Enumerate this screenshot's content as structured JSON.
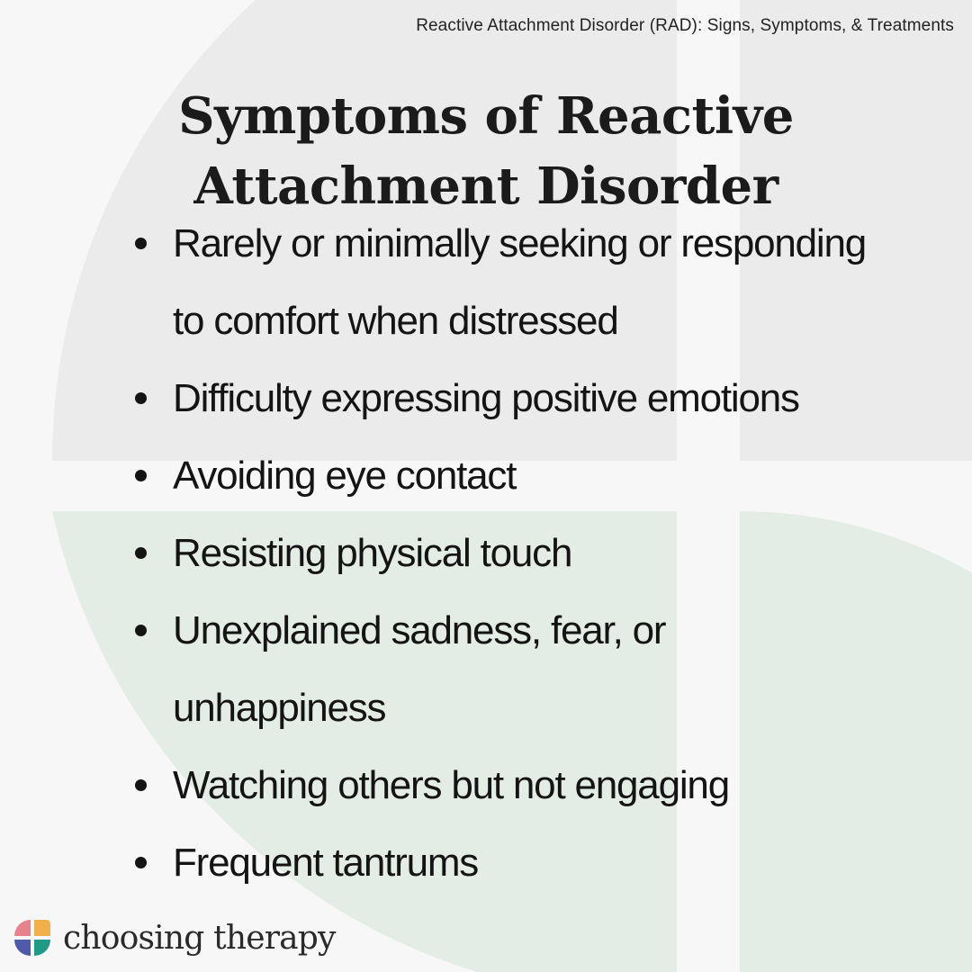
{
  "header": {
    "article_reference": "Reactive Attachment Disorder (RAD): Signs, Symptoms, & Treatments"
  },
  "title": {
    "line1": "Symptoms of Reactive",
    "line2": "Attachment Disorder"
  },
  "symptoms": [
    "Rarely or minimally seeking or responding to comfort when distressed",
    "Difficulty expressing positive emotions",
    "Avoiding eye contact",
    "Resisting physical touch",
    "Unexplained sadness, fear, or unhappiness",
    "Watching others but not engaging",
    "Frequent tantrums"
  ],
  "brand": {
    "name": "choosing therapy",
    "logo_icon": "four-petal-logo-icon",
    "logo_colors": [
      "#e8818e",
      "#f2b04c",
      "#4f5aa8",
      "#1f9a84"
    ]
  },
  "colors": {
    "background": "#f7f7f7",
    "shape_gray": "#ebebeb",
    "shape_green": "#e3ede5",
    "text": "#141414"
  }
}
